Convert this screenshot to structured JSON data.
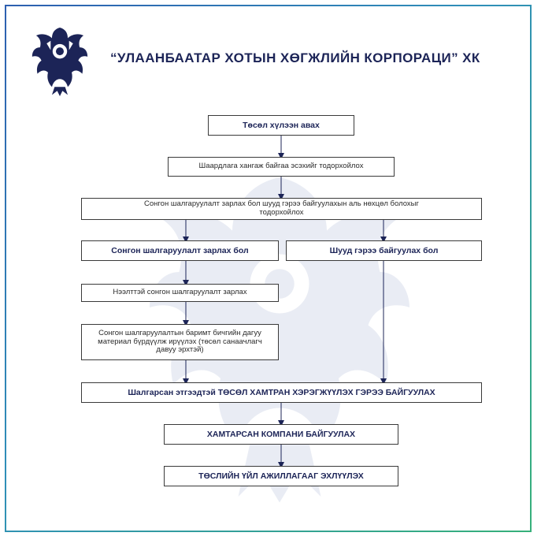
{
  "header": {
    "title": "“УЛААНБААТАР ХОТЫН ХӨГЖЛИЙН КОРПОРАЦИ” ХК"
  },
  "flow": {
    "n1": "Төсөл хүлээн авах",
    "n2": "Шаардлага хангаж байгаа эсэхийг тодорхойлох",
    "n3": "Сонгон шалгаруулалт зарлах бол шууд гэрээ байгуулахын аль нөхцөл болохыг тодорхойлох",
    "n4": "Сонгон шалгаруулалт зарлах бол",
    "n5": "Шууд гэрээ байгуулах бол",
    "n6": "Нээлттэй сонгон шалгаруулалт зарлах",
    "n7": "Сонгон шалгаруулалтын баримт бичгийн дагуу материал бүрдүүлж ирүүлэх (төсөл санаачлагч давуу эрхтэй)",
    "n8": "Шалгарсан этгээдтэй ТӨСӨЛ ХАМТРАН ХЭРЭГЖҮҮЛЭХ ГЭРЭЭ БАЙГУУЛАХ",
    "n9": "ХАМТАРСАН КОМПАНИ БАЙГУУЛАХ",
    "n10": "ТӨСЛИЙН ҮЙЛ АЖИЛЛАГААГ ЭХЛҮҮЛЭХ"
  },
  "colors": {
    "frame_start": "#2d5fb0",
    "frame_end": "#36b07a",
    "title": "#1c2457",
    "arrow": "#1c2457"
  },
  "icons": {
    "logo": "garuda-emblem",
    "watermark": "garuda-emblem"
  }
}
